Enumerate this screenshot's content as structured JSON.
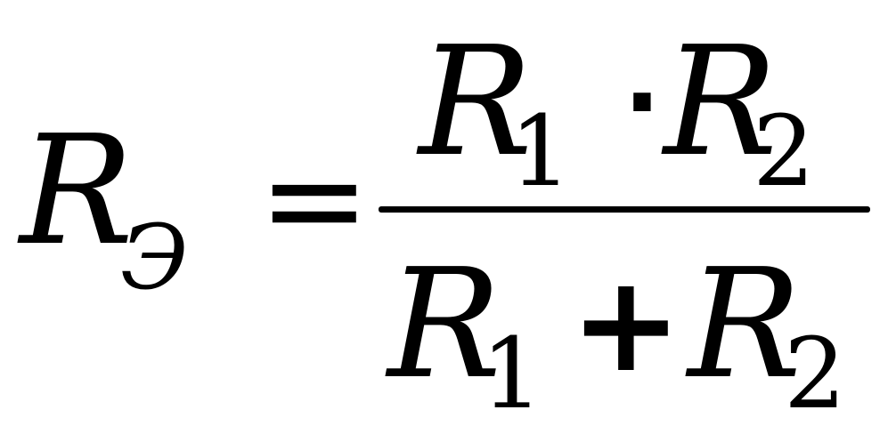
{
  "formula": {
    "lhs": {
      "variable": "R",
      "subscript": "Э"
    },
    "equals": "=",
    "numerator": {
      "term1": "R",
      "term1_subscript": "1",
      "operator": "·",
      "term2": "R",
      "term2_subscript": "2"
    },
    "denominator": {
      "term1": "R",
      "term1_subscript": "1",
      "operator": "+",
      "term2": "R",
      "term2_subscript": "2"
    }
  }
}
